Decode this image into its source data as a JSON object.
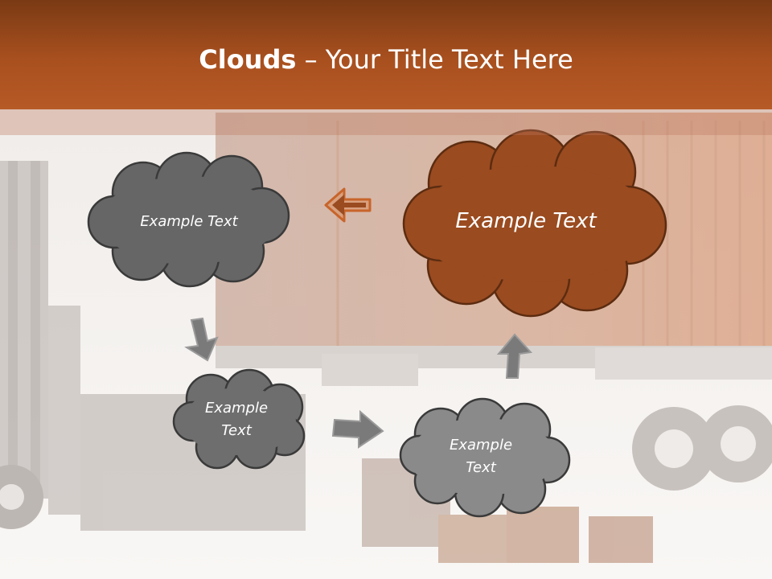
{
  "slide": {
    "title_bold": "Clouds",
    "title_dash": " – ",
    "title_rest": "Your Title Text Here"
  },
  "clouds": [
    {
      "id": "cloud-1",
      "text": "Example Text",
      "color": "#666666"
    },
    {
      "id": "cloud-2",
      "text": "Example Text",
      "color": "#9a4b20"
    },
    {
      "id": "cloud-3",
      "text": "Example Text",
      "color": "#6e6e6e"
    },
    {
      "id": "cloud-4",
      "text": "Example Text",
      "color": "#8a8a8a"
    }
  ],
  "colors": {
    "title_bar": "#a9501f",
    "accent_arrow": "#c8642a",
    "arrow_gray": "#7a7a7a"
  },
  "icons": [
    "arrow-left-icon",
    "arrow-down-icon",
    "arrow-right-icon",
    "arrow-up-icon"
  ]
}
